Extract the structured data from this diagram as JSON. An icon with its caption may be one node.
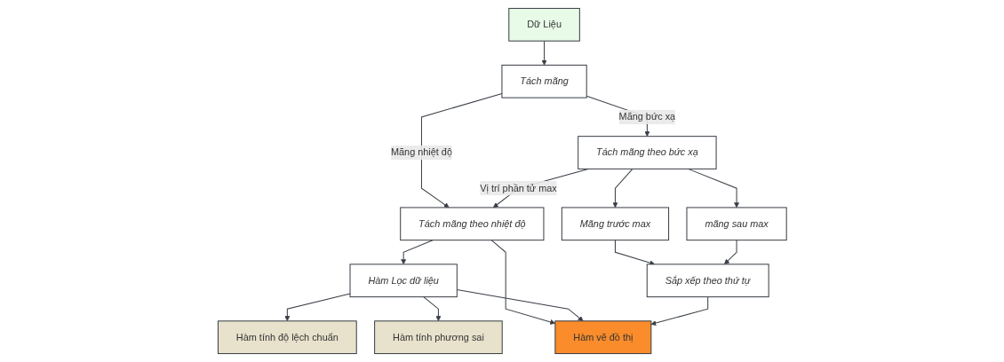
{
  "diagram": {
    "nodes": [
      {
        "text": [
          "Dữ Liệu"
        ]
      },
      {
        "text": [
          "Tách mãng"
        ]
      },
      {
        "text": [
          "Tách mãng theo bức xạ"
        ]
      },
      {
        "text": [
          "Tách mãng theo nhiệt độ"
        ]
      },
      {
        "text": [
          "Hàm Lọc dữ liệu"
        ]
      },
      {
        "text": [
          "Hàm tính độ lệch chuẩn"
        ]
      },
      {
        "text": [
          "Hàm tính phương sai"
        ]
      },
      {
        "text": [
          "Mãng trước max"
        ]
      },
      {
        "text": [
          "mãng sau max"
        ]
      },
      {
        "text": [
          "Sắp xếp theo thứ tự"
        ]
      },
      {
        "text": [
          "Hàm vẽ đồ thị"
        ]
      }
    ],
    "edges": [
      {
        "from": 0,
        "to": 1,
        "arrow": "to"
      },
      {
        "from": 1,
        "to": 2,
        "arrow": "to",
        "label": "Mãng bức xạ"
      },
      {
        "from": 1,
        "to": 3,
        "arrow": "to",
        "label": "Mãng nhiệt độ"
      },
      {
        "from": 2,
        "to": 3,
        "arrow": "to",
        "label": "Vị trí phần tử max"
      },
      {
        "from": 3,
        "to": 4,
        "arrow": "to"
      },
      {
        "from": 4,
        "to": 5,
        "arrow": "to"
      },
      {
        "from": 4,
        "to": 6,
        "arrow": "to"
      },
      {
        "from": 2,
        "to": 7,
        "arrow": "to"
      },
      {
        "from": 2,
        "to": 8,
        "arrow": "to"
      },
      {
        "from": 3,
        "to": 10,
        "arrow": "to"
      },
      {
        "from": 4,
        "to": 10,
        "arrow": "to"
      },
      {
        "from": 9,
        "to": 10,
        "arrow": "to"
      },
      {
        "from": 7,
        "to": 9,
        "arrow": "to"
      },
      {
        "from": 8,
        "to": 9,
        "arrow": "to"
      }
    ]
  }
}
